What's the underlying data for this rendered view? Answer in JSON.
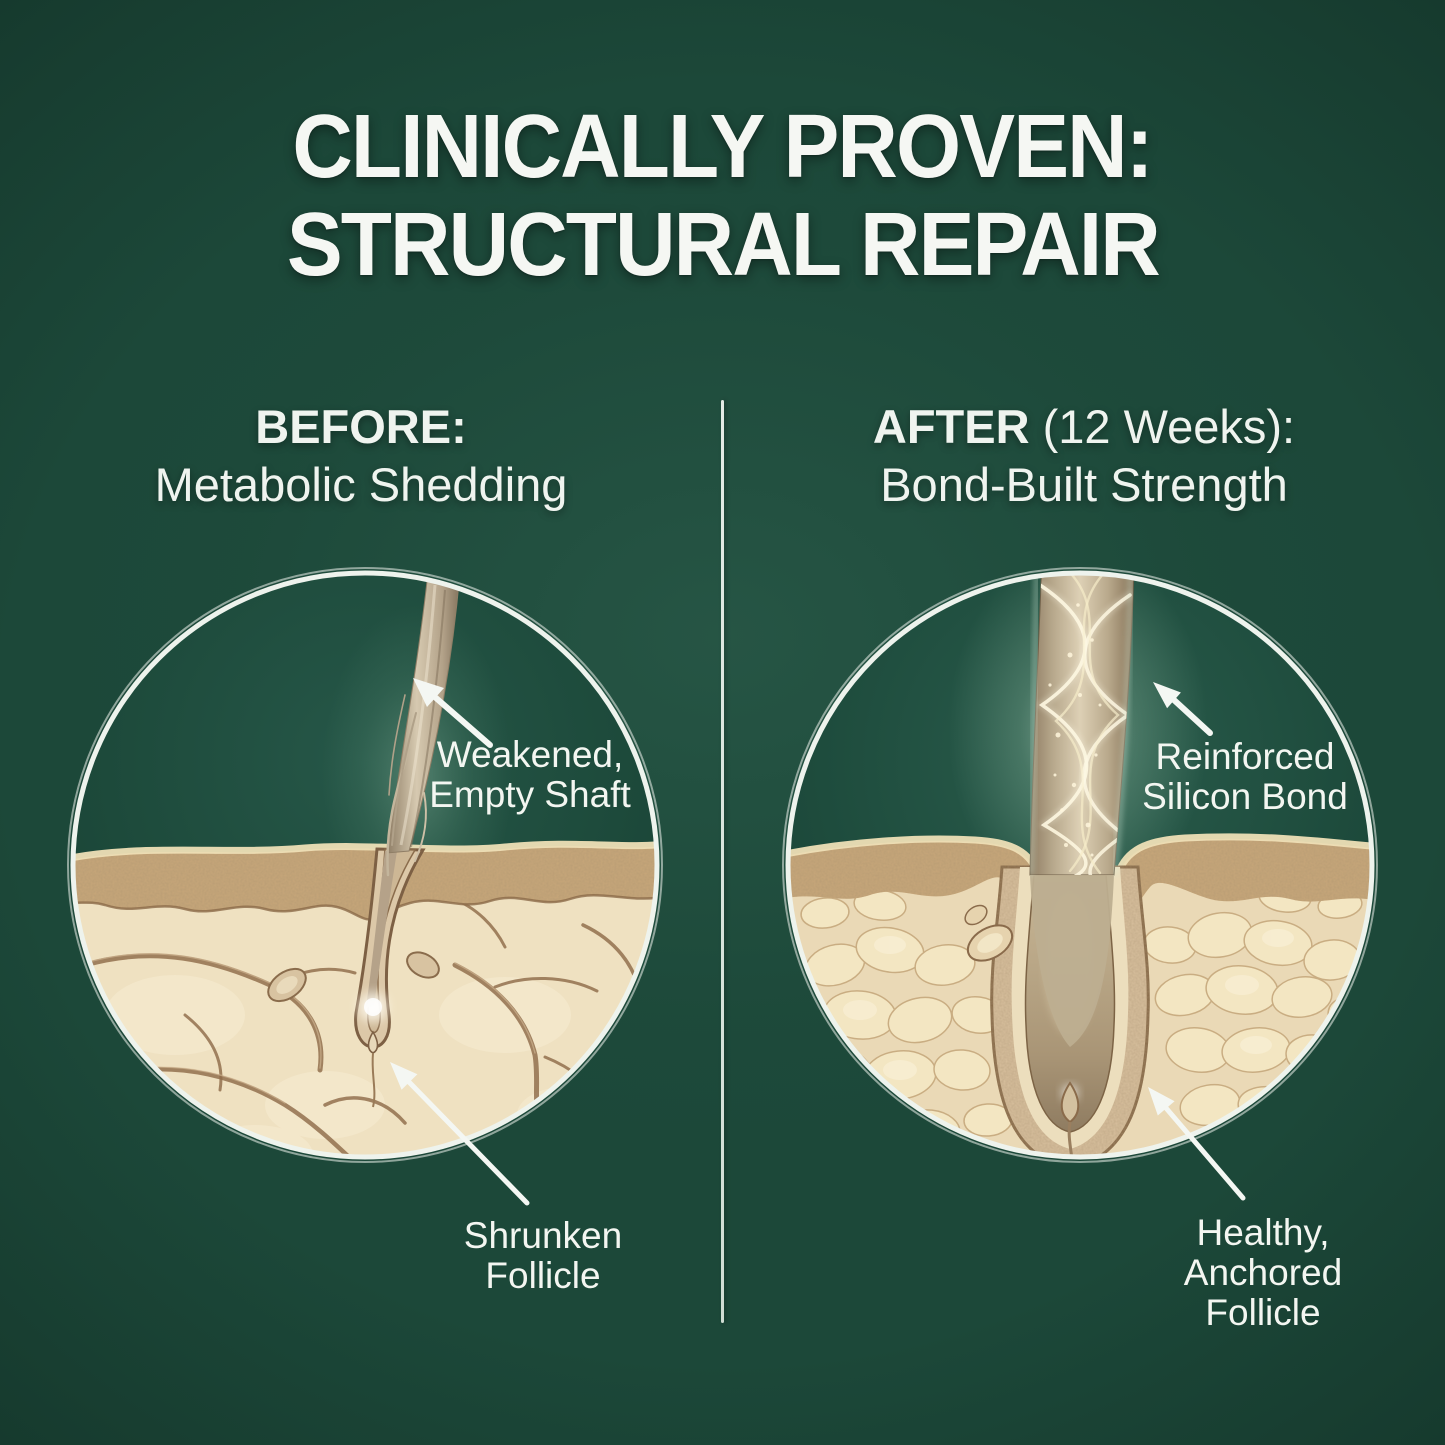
{
  "title": {
    "line1": "CLINICALLY PROVEN:",
    "line2": "STRUCTURAL REPAIR"
  },
  "panels": {
    "before": {
      "heading_bold": "BEFORE:",
      "heading_line2": "Metabolic Shedding",
      "labels": {
        "shaft_line1": "Weakened,",
        "shaft_line2": "Empty Shaft",
        "follicle_line1": "Shrunken",
        "follicle_line2": "Follicle"
      }
    },
    "after": {
      "heading_bold": "AFTER",
      "heading_rest": " (12 Weeks):",
      "heading_line2": "Bond-Built Strength",
      "labels": {
        "shaft_line1": "Reinforced",
        "shaft_line2": "Silicon Bond",
        "follicle_line1": "Healthy,",
        "follicle_line2": "Anchored",
        "follicle_line3": "Follicle"
      }
    }
  },
  "colors": {
    "background_green": "#1c4839",
    "text": "#f4f6f2",
    "divider": "#dfe7e1",
    "circle_ring": "#eef3ed",
    "skin_cream": "#efe1c1",
    "epidermis_tan": "#c8a77a",
    "follicle_outline": "#7d6044",
    "hair_taupe": "#b7a88c",
    "bond_glow": "#fdf6df"
  }
}
